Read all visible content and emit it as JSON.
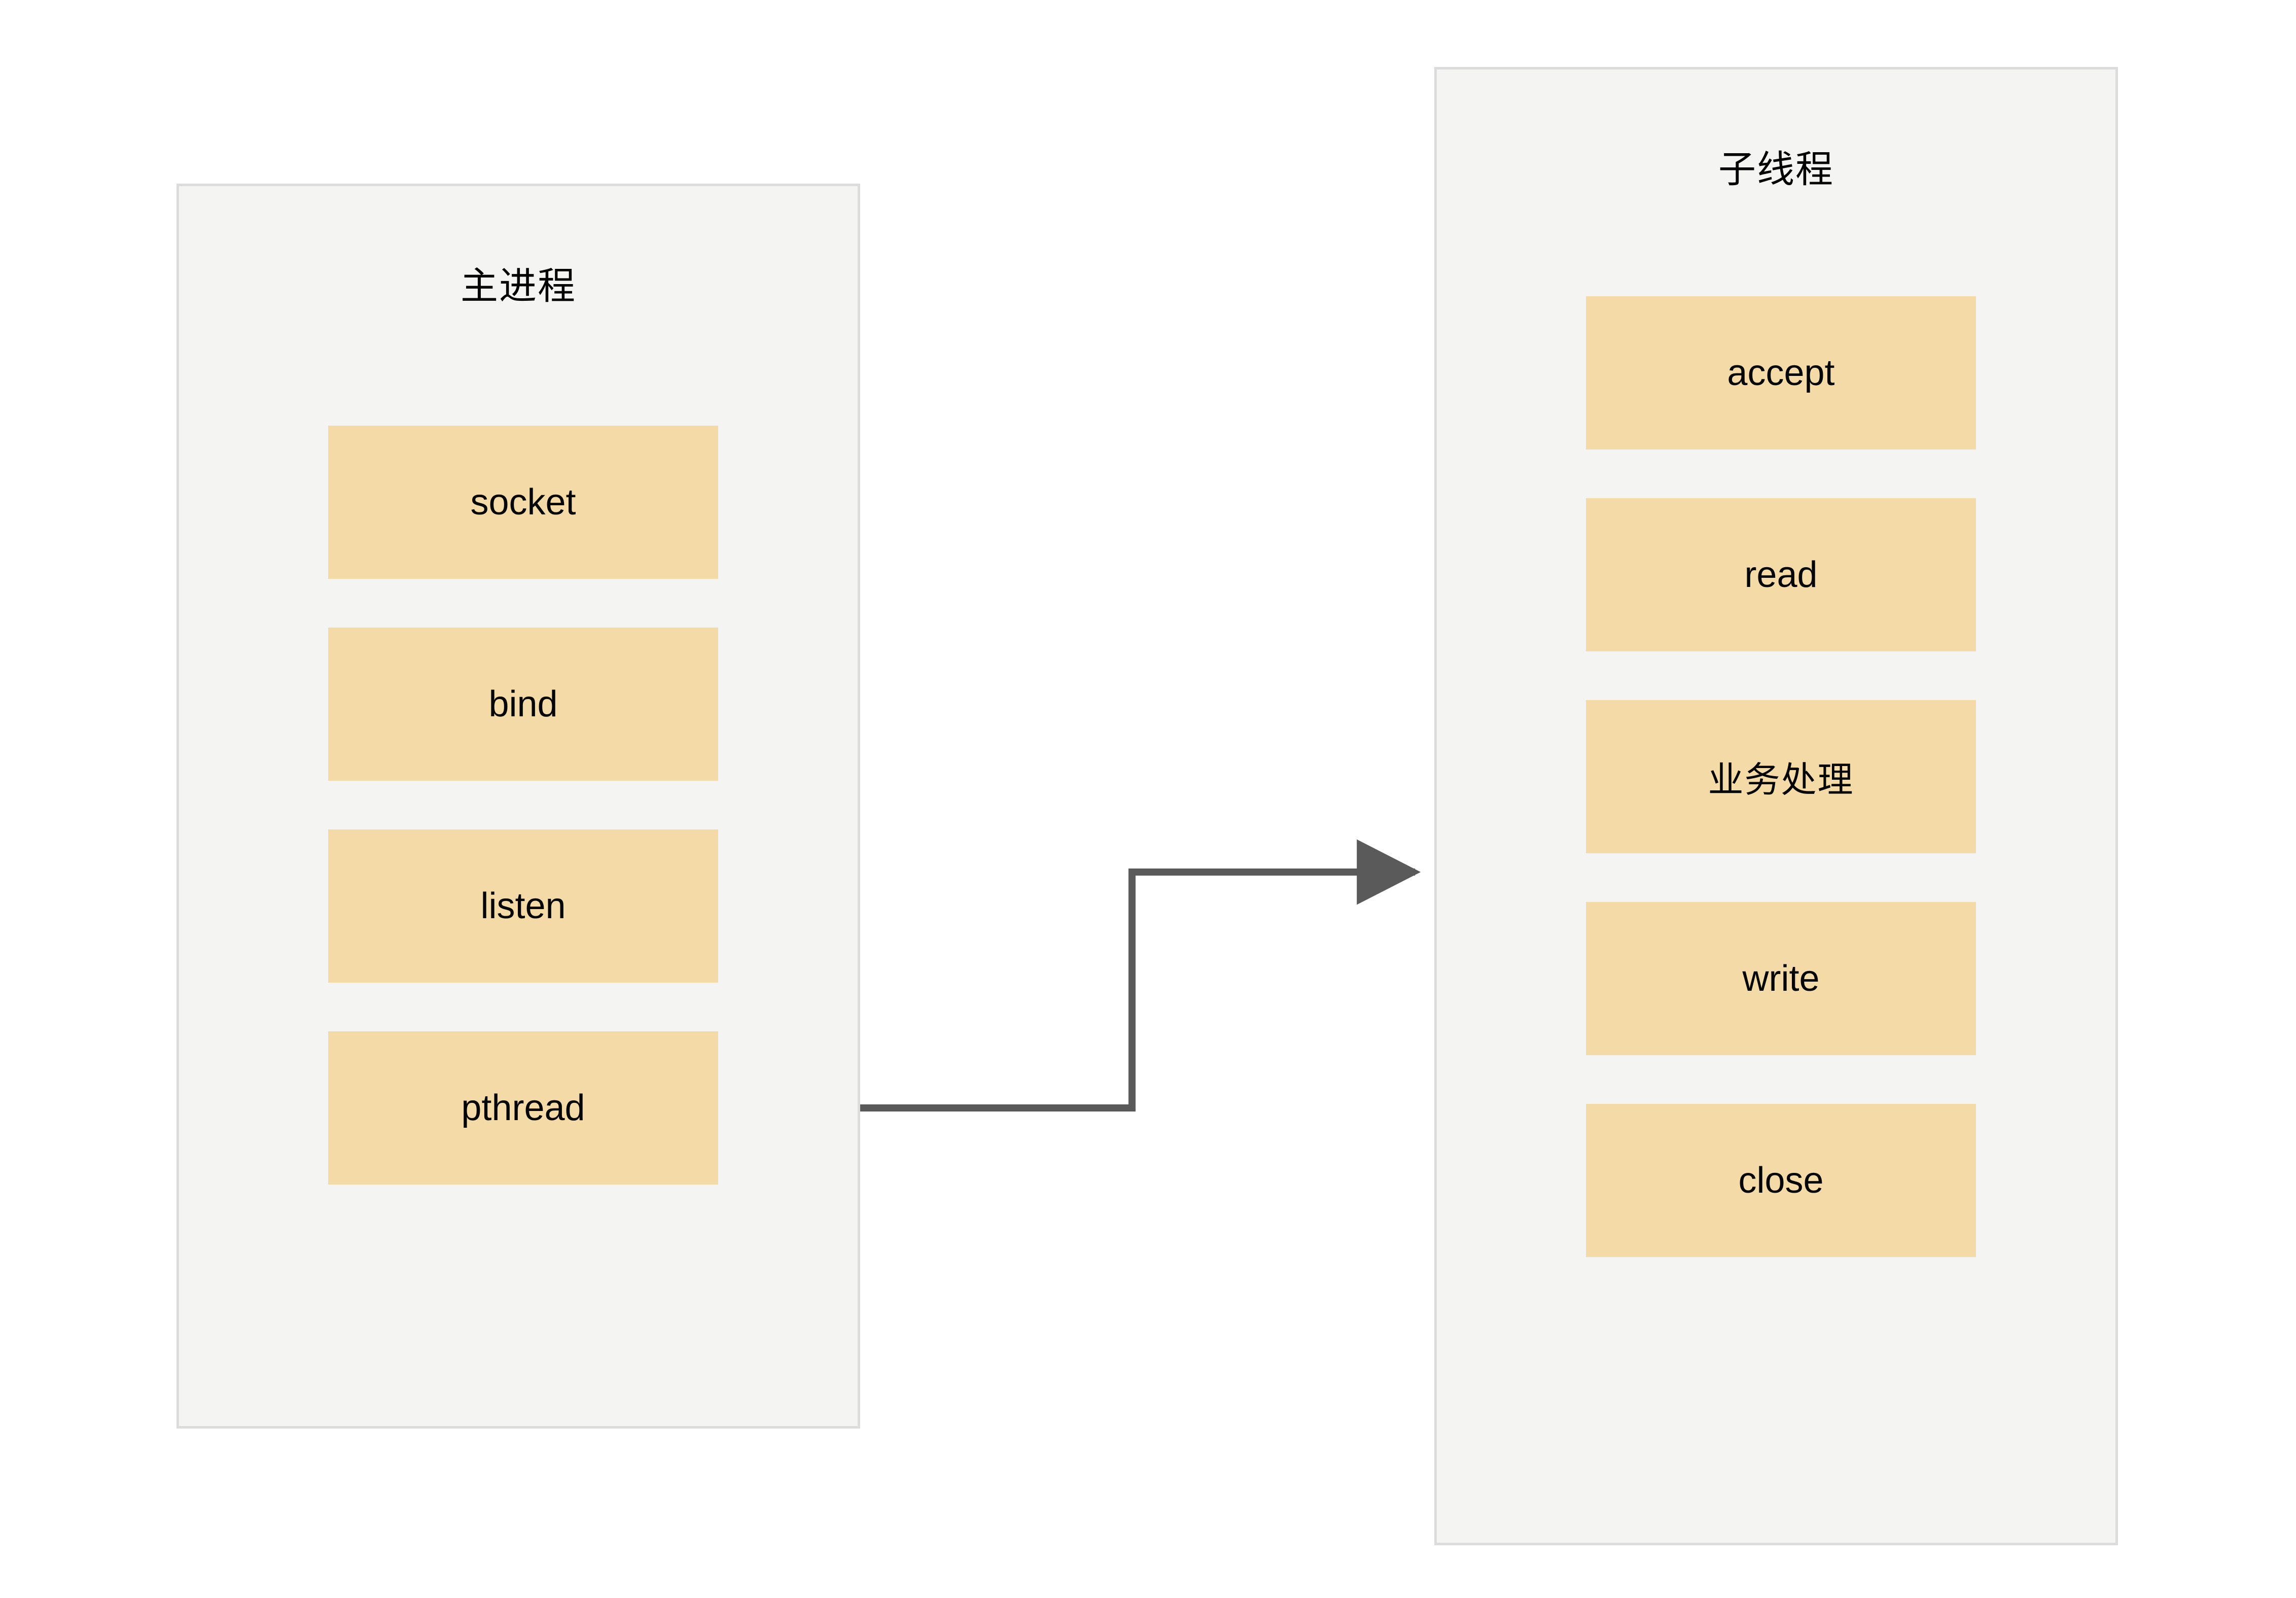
{
  "diagram": {
    "type": "flowchart",
    "title": "",
    "colors": {
      "node_fill": "#F3DAA6",
      "panel_fill": "#F4F4F3",
      "panel_border": "#DCDCDC",
      "edge_stroke": "#5A5A5A",
      "text": "#050505",
      "canvas": "#FFFFFF"
    },
    "panels": [
      {
        "id": "main-process",
        "title": "主进程",
        "nodes": [
          {
            "id": "socket",
            "label": "socket"
          },
          {
            "id": "bind",
            "label": "bind"
          },
          {
            "id": "listen",
            "label": "listen"
          },
          {
            "id": "pthread",
            "label": "pthread"
          }
        ]
      },
      {
        "id": "child-thread",
        "title": "子线程",
        "nodes": [
          {
            "id": "accept",
            "label": "accept"
          },
          {
            "id": "read",
            "label": "read"
          },
          {
            "id": "biz",
            "label": "业务处理"
          },
          {
            "id": "write",
            "label": "write"
          },
          {
            "id": "close",
            "label": "close"
          }
        ]
      }
    ],
    "edges": [
      {
        "from": "socket",
        "to": "bind",
        "kind": "vertical",
        "arrow": true
      },
      {
        "from": "bind",
        "to": "listen",
        "kind": "vertical",
        "arrow": true
      },
      {
        "from": "listen",
        "to": "pthread",
        "kind": "vertical",
        "arrow": true
      },
      {
        "from": "pthread",
        "to": "accept",
        "kind": "orthogonal-right",
        "arrow": true
      },
      {
        "from": "accept",
        "to": "read",
        "kind": "vertical",
        "arrow": true
      },
      {
        "from": "read",
        "to": "biz",
        "kind": "vertical",
        "arrow": true
      },
      {
        "from": "biz",
        "to": "write",
        "kind": "vertical",
        "arrow": true
      },
      {
        "from": "write",
        "to": "close",
        "kind": "vertical",
        "arrow": true
      },
      {
        "from": "write",
        "to": "read",
        "kind": "loop-back-right",
        "arrow": true
      }
    ]
  }
}
